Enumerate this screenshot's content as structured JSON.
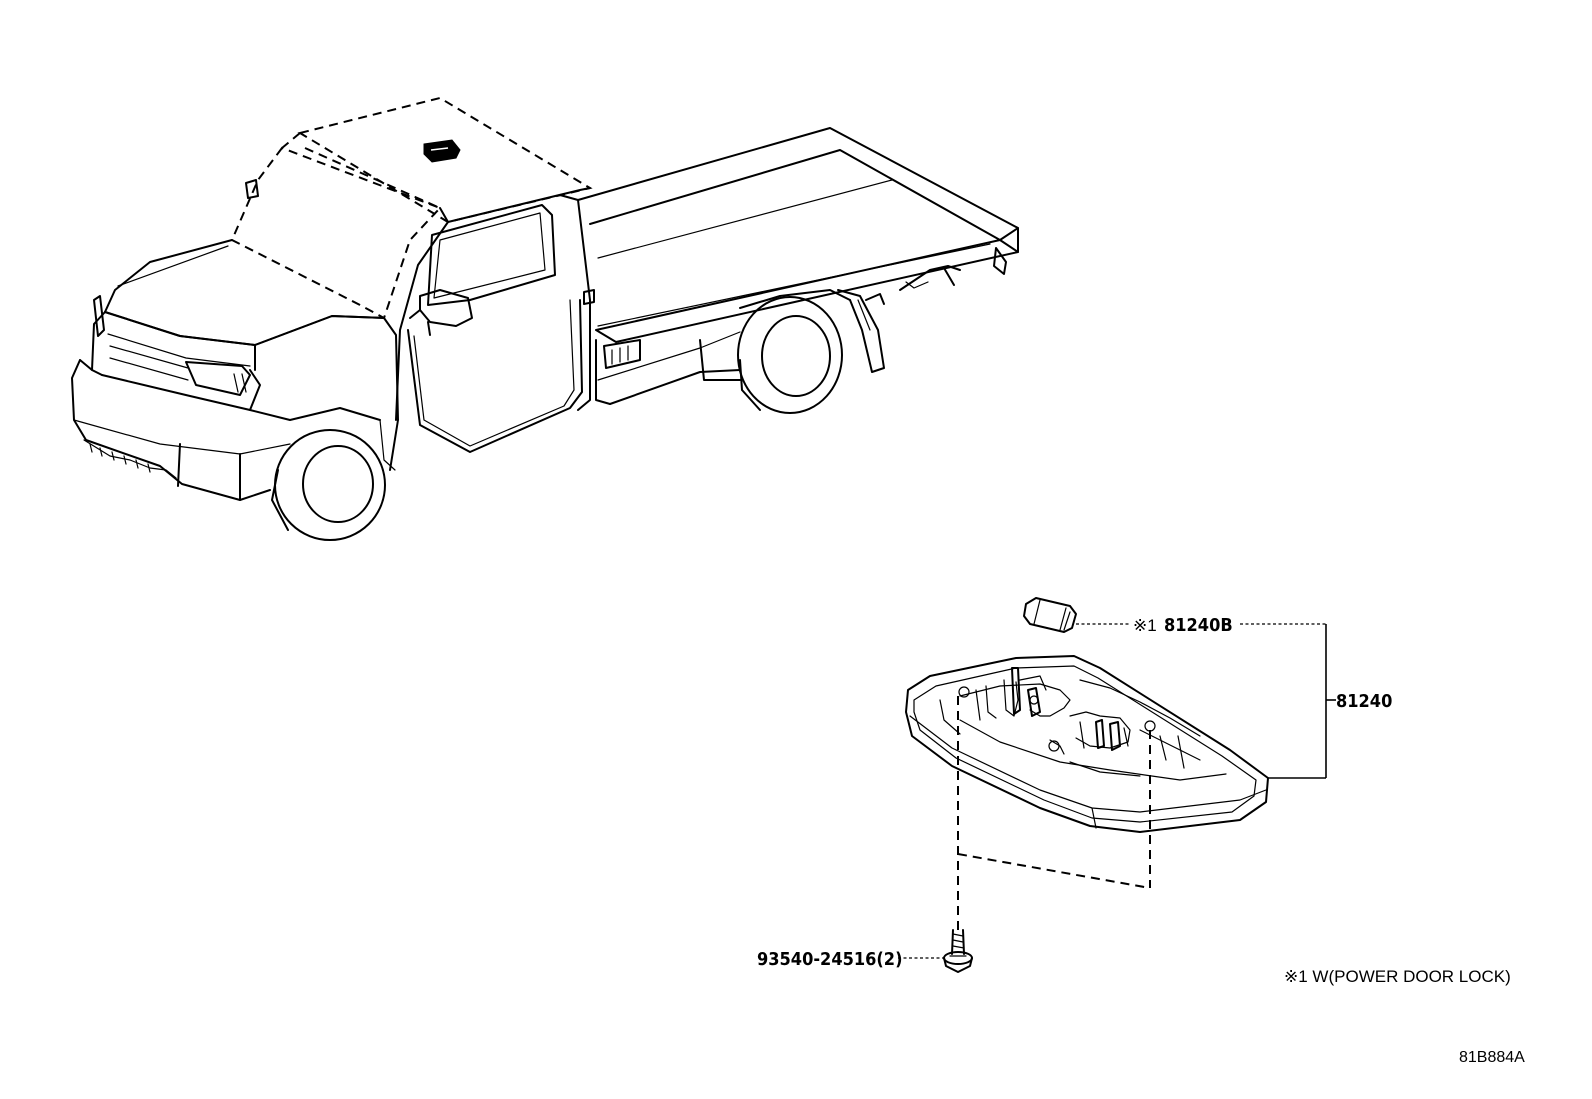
{
  "diagram": {
    "callouts": {
      "bulb": "81240B",
      "bulb_mark": "※1",
      "lamp_assy": "81240",
      "screw": "93540-24516(2)"
    },
    "note": "※1 W(POWER DOOR LOCK)",
    "reference_code": "81B884A"
  }
}
